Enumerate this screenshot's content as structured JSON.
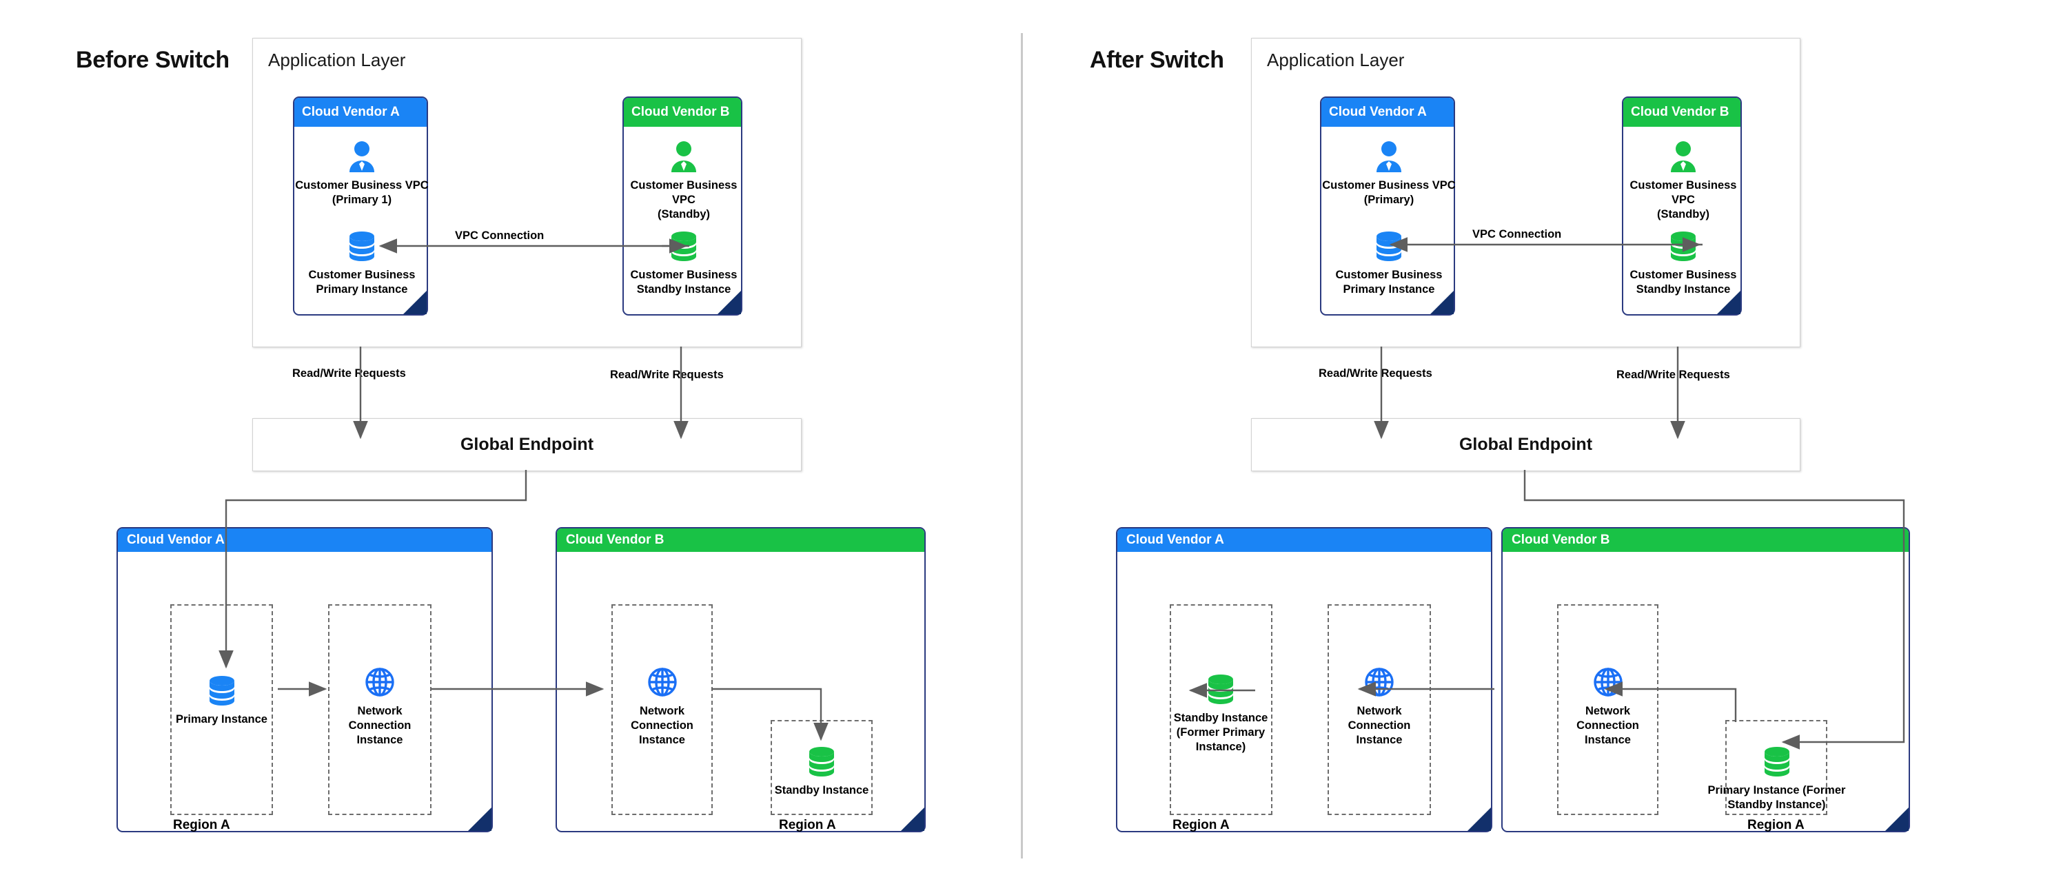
{
  "divider": {
    "name": "panel-divider"
  },
  "palette": {
    "vendor_a": "#1a84f5",
    "vendor_b": "#19c246",
    "card_border": "#2b3a80",
    "fold": "#12306b",
    "wire": "#5e5e5e",
    "dashed": "#6d6d6d"
  },
  "panels": [
    {
      "id": "before",
      "title": "Before Switch",
      "app_layer": {
        "label": "Application Layer",
        "cards": [
          {
            "id": "before-app-vendor-a",
            "header": "Cloud Vendor A",
            "header_color": "blue",
            "vpc_icon": "person-icon",
            "vpc_label": "Customer Business VPC\n(Primary 1)",
            "db_icon": "database-icon",
            "db_color": "blue",
            "db_label": "Customer Business\nPrimary Instance"
          },
          {
            "id": "before-app-vendor-b",
            "header": "Cloud Vendor B",
            "header_color": "green",
            "vpc_icon": "person-icon",
            "vpc_label": "Customer Business VPC\n(Standby)",
            "db_icon": "database-icon",
            "db_color": "green",
            "db_label": "Customer Business\nStandby Instance"
          }
        ],
        "vpc_connection_label": "VPC Connection"
      },
      "request_labels": [
        "Read/Write Requests",
        "Read/Write Requests"
      ],
      "global_endpoint": "Global Endpoint",
      "regions": [
        {
          "id": "before-region-vendor-a",
          "header": "Cloud Vendor A",
          "header_color": "blue",
          "region_label": "Region A",
          "nodes": [
            {
              "id": "before-a-db",
              "icon": "database-icon",
              "color": "blue",
              "label": "Primary Instance"
            },
            {
              "id": "before-a-net",
              "icon": "globe-icon",
              "color": "blue",
              "label": "Network\nConnection\nInstance"
            }
          ]
        },
        {
          "id": "before-region-vendor-b",
          "header": "Cloud Vendor B",
          "header_color": "green",
          "region_label": "Region A",
          "nodes": [
            {
              "id": "before-b-net",
              "icon": "globe-icon",
              "color": "blue",
              "label": "Network\nConnection\nInstance"
            },
            {
              "id": "before-b-db",
              "icon": "database-icon",
              "color": "green",
              "label": "Standby Instance"
            }
          ]
        }
      ]
    },
    {
      "id": "after",
      "title": "After Switch",
      "app_layer": {
        "label": "Application Layer",
        "cards": [
          {
            "id": "after-app-vendor-a",
            "header": "Cloud Vendor A",
            "header_color": "blue",
            "vpc_icon": "person-icon",
            "vpc_label": "Customer Business VPC\n(Primary)",
            "db_icon": "database-icon",
            "db_color": "blue",
            "db_label": "Customer Business\nPrimary Instance"
          },
          {
            "id": "after-app-vendor-b",
            "header": "Cloud Vendor B",
            "header_color": "green",
            "vpc_icon": "person-icon",
            "vpc_label": "Customer Business VPC\n(Standby)",
            "db_icon": "database-icon",
            "db_color": "green",
            "db_label": "Customer Business\nStandby Instance"
          }
        ],
        "vpc_connection_label": "VPC Connection"
      },
      "request_labels": [
        "Read/Write Requests",
        "Read/Write Requests"
      ],
      "global_endpoint": "Global Endpoint",
      "regions": [
        {
          "id": "after-region-vendor-a",
          "header": "Cloud Vendor A",
          "header_color": "blue",
          "region_label": "Region A",
          "nodes": [
            {
              "id": "after-a-db",
              "icon": "database-icon",
              "color": "green",
              "label": "Standby Instance\n(Former Primary\nInstance)"
            },
            {
              "id": "after-a-net",
              "icon": "globe-icon",
              "color": "blue",
              "label": "Network\nConnection\nInstance"
            }
          ]
        },
        {
          "id": "after-region-vendor-b",
          "header": "Cloud Vendor B",
          "header_color": "green",
          "region_label": "Region A",
          "nodes": [
            {
              "id": "after-b-net",
              "icon": "globe-icon",
              "color": "blue",
              "label": "Network\nConnection\nInstance"
            },
            {
              "id": "after-b-db",
              "icon": "database-icon",
              "color": "green",
              "label": "Primary Instance (Former\nStandby Instance)"
            }
          ]
        }
      ]
    }
  ]
}
